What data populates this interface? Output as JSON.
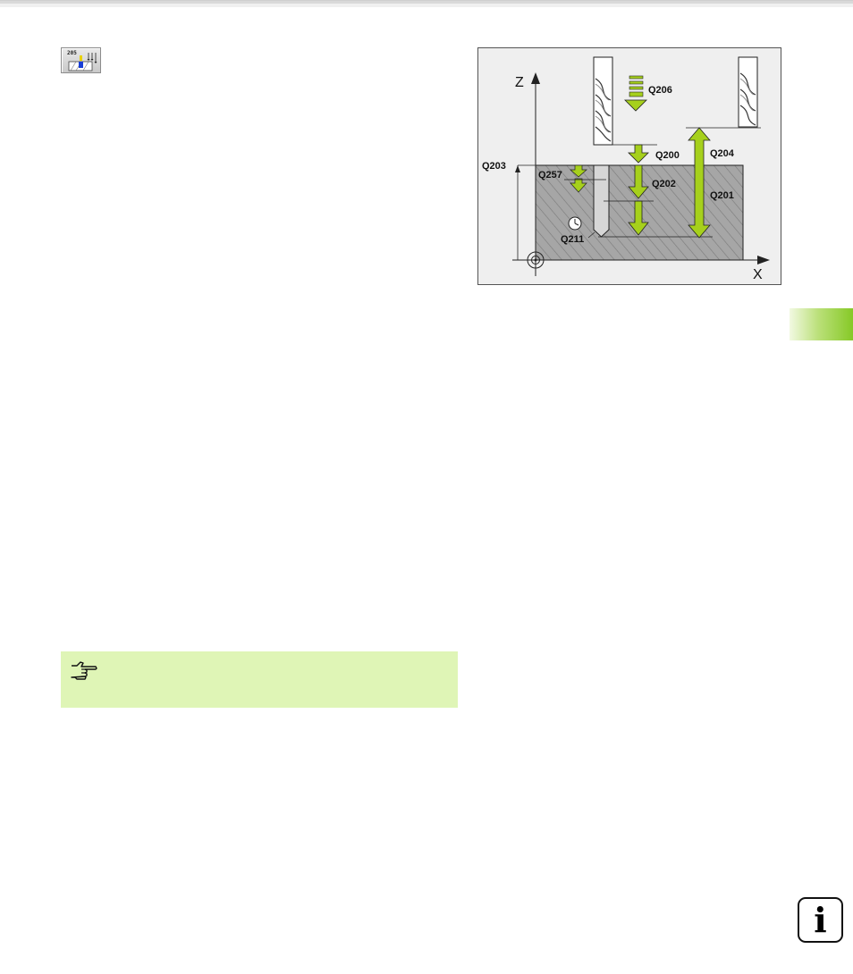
{
  "softkey": {
    "cycle_number": "205"
  },
  "figure": {
    "axes": {
      "z": "Z",
      "x": "X"
    },
    "labels": {
      "q206": "Q206",
      "q200": "Q200",
      "q204": "Q204",
      "q203": "Q203",
      "q257": "Q257",
      "q202": "Q202",
      "q201": "Q201",
      "q211": "Q211"
    },
    "colors": {
      "arrow_green": "#a6d01c",
      "workpiece": "#a6a6a6",
      "hatch": "#7a7a7a"
    }
  },
  "chapter_tab": {
    "color": "#86c926"
  },
  "note": {
    "icon": "pointing-hand-icon",
    "background": "#dff5b6"
  },
  "info_button": {
    "glyph": "i"
  }
}
